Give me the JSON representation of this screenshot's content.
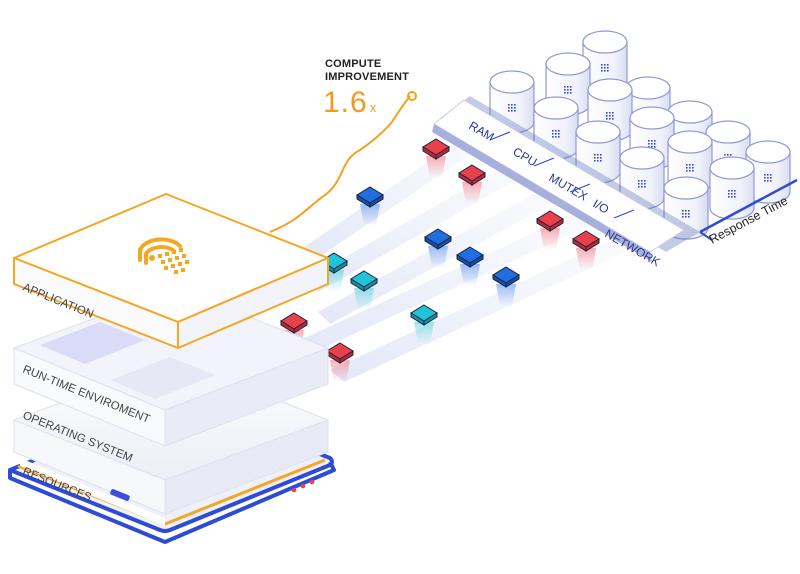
{
  "colors": {
    "accent_orange": "#f5a623",
    "accent_red": "#e8414b",
    "accent_blue": "#1f6fe0",
    "accent_cyan": "#21c4d6",
    "accent_navy": "#3d4fd8",
    "frame_blue": "#2e4bd6"
  },
  "compute": {
    "line1": "COMPUTE",
    "line2": "IMPROVEMENT",
    "value": "1.6",
    "unit": "x"
  },
  "stack": {
    "application": "APPLICATION",
    "runtime": "RUN-TIME ENVIROMENT",
    "os": "OPERATING SYSTEM",
    "resources": "RESOURCES",
    "logo_icon": "server-logo-icon"
  },
  "panel": {
    "items": [
      "RAM",
      "CPU",
      "MUTEX",
      "I/O",
      "NETWORK"
    ]
  },
  "response_time": "Response Time"
}
